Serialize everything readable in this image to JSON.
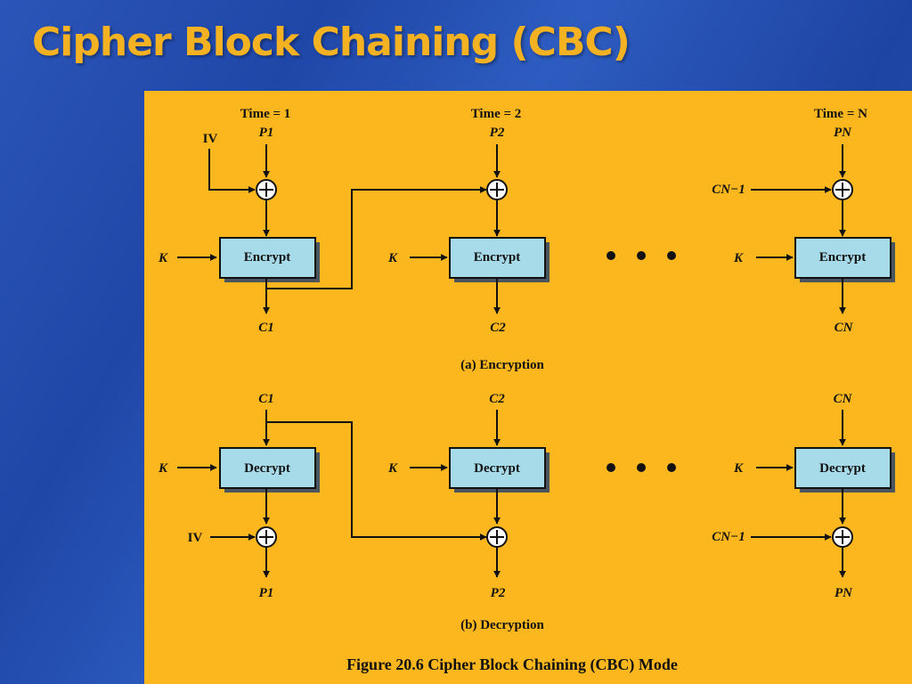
{
  "slide": {
    "title": "Cipher Block Chaining (CBC)"
  },
  "figure": {
    "caption": "Figure 20.6 Cipher Block Chaining (CBC) Mode",
    "encryption": {
      "caption": "(a) Encryption",
      "iv_label": "IV",
      "columns": [
        {
          "time_label": "Time = 1",
          "input": "P1",
          "key": "K",
          "block": "Encrypt",
          "output": "C1"
        },
        {
          "time_label": "Time = 2",
          "input": "P2",
          "key": "K",
          "block": "Encrypt",
          "output": "C2"
        },
        {
          "time_label": "Time = N",
          "input": "PN",
          "key": "K",
          "block": "Encrypt",
          "output": "CN",
          "chain_in": "CN−1"
        }
      ]
    },
    "decryption": {
      "caption": "(b) Decryption",
      "iv_label": "IV",
      "columns": [
        {
          "input": "C1",
          "key": "K",
          "block": "Decrypt",
          "output": "P1"
        },
        {
          "input": "C2",
          "key": "K",
          "block": "Decrypt",
          "output": "P2"
        },
        {
          "input": "CN",
          "key": "K",
          "block": "Decrypt",
          "output": "PN",
          "chain_in": "CN−1"
        }
      ]
    },
    "colors": {
      "panel": "#fdb71e",
      "box_fill": "#a8dbea",
      "title": "#f4b223"
    }
  }
}
